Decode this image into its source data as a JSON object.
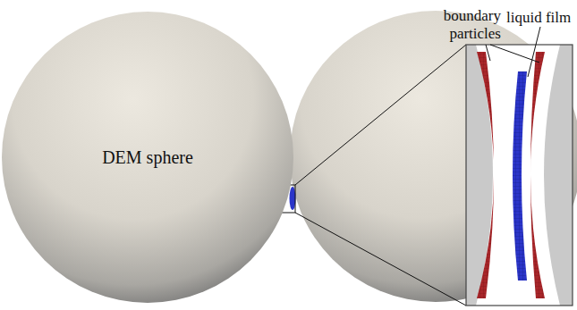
{
  "diagram": {
    "nodes": [
      {
        "text": [
          "DEM sphere"
        ]
      }
    ],
    "labels": [
      "boundary particles",
      "liquid film"
    ]
  }
}
